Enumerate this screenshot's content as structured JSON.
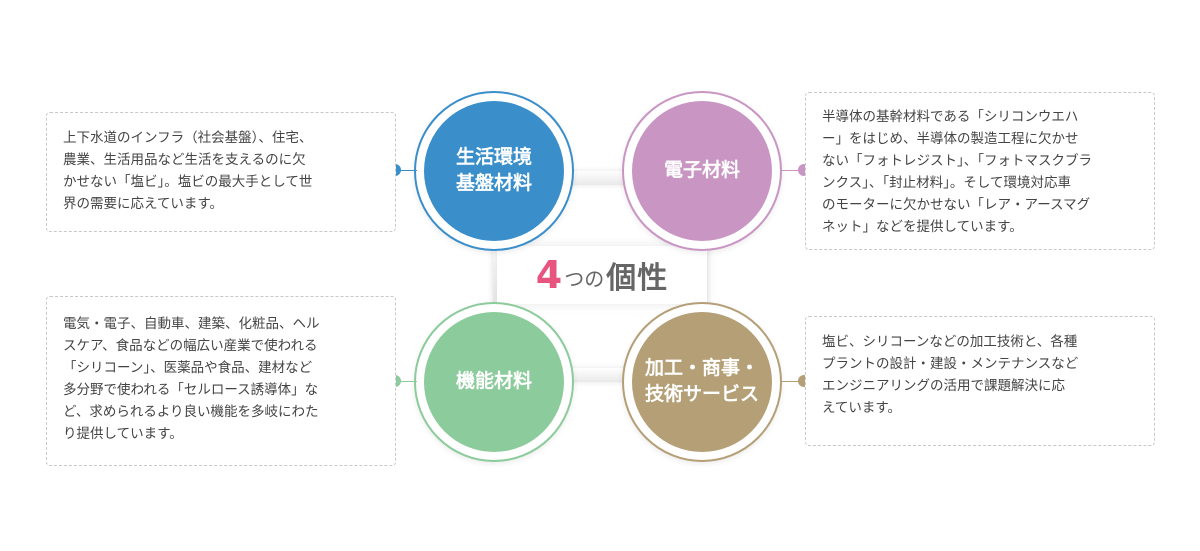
{
  "center": {
    "number": "4",
    "particle": "つの",
    "word": "個性"
  },
  "colors": {
    "blue": "#3a8fca",
    "pink": "#c995c3",
    "green": "#8ccb9b",
    "tan": "#b49f76",
    "accent_pink": "#e85480"
  },
  "segments": [
    {
      "label_lines": [
        "生活環境",
        "基盤材料"
      ],
      "description_lines": [
        "上下水道のインフラ（社会基盤）、住宅、",
        "農業、生活用品など生活を支えるのに欠",
        "かせない「塩ビ」。塩ビの最大手として世",
        "界の需要に応えています。"
      ]
    },
    {
      "label_lines": [
        "電子材料"
      ],
      "description_lines": [
        "半導体の基幹材料である「シリコンウエハ",
        "ー」をはじめ、半導体の製造工程に欠かせ",
        "ない「フォトレジスト」、「フォトマスクブラ",
        "ンクス」、「封止材料」。そして環境対応車",
        "のモーターに欠かせない「レア・アースマグ",
        "ネット」などを提供しています。"
      ]
    },
    {
      "label_lines": [
        "機能材料"
      ],
      "description_lines": [
        "電気・電子、自動車、建築、化粧品、ヘル",
        "スケア、食品などの幅広い産業で使われる",
        "「シリコーン」、医薬品や食品、建材など",
        "多分野で使われる「セルロース誘導体」な",
        "ど、求められるより良い機能を多岐にわた",
        "り提供しています。"
      ]
    },
    {
      "label_lines": [
        "加工・商事・",
        "技術サービス"
      ],
      "description_lines": [
        "塩ビ、シリコーンなどの加工技術と、各種",
        "プラントの設計・建設・メンテナンスなど",
        "エンジニアリングの活用で課題解決に応",
        "えています。"
      ]
    }
  ]
}
